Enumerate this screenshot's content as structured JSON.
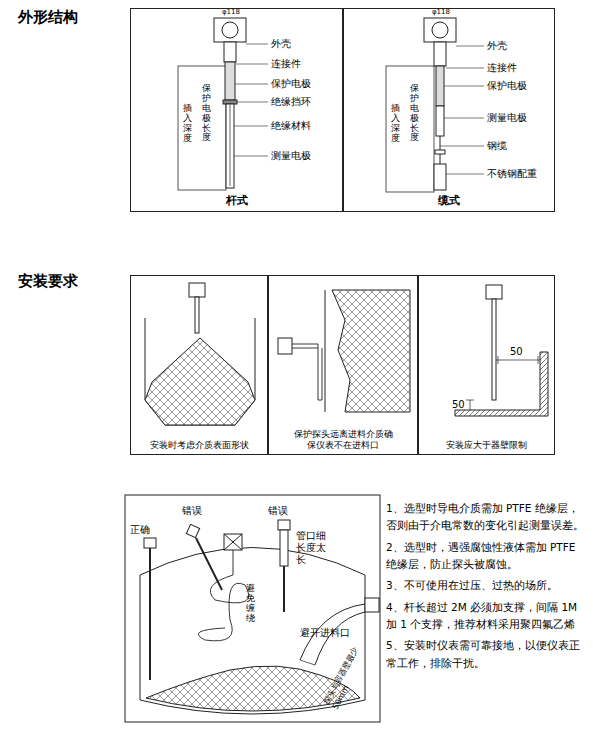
{
  "diagram": {
    "nodes": [
      {
        "text": [
          "杆式"
        ]
      },
      {
        "text": [
          "缆式"
        ]
      },
      {
        "text": [
          "安装时考虑介质表面形状"
        ]
      },
      {
        "text": [
          "保护探头远离进料介质确保仪表不在进料口"
        ]
      },
      {
        "text": [
          "安装应大于器壁限制"
        ]
      }
    ],
    "labels": [
      "外形结构",
      "φ118",
      "外壳",
      "连接件",
      "保护电极",
      "绝缘挡环",
      "绝缘材料",
      "测量电极",
      "插入深度",
      "保护电极长度",
      "φ118",
      "外壳",
      "连接件",
      "保护电极",
      "测量电极",
      "钢缆",
      "不锈钢配重",
      "插入深度",
      "保护电极长度",
      "安装要求",
      "50",
      "50",
      "正确",
      "错误",
      "错误",
      "管口细长度太长",
      "避免缠绕",
      "避开进料口",
      "探头与容器壁最少50mm",
      "1、选型时导电介质需加 PTFE 绝缘层，否则由于介电常数的变化引起测量误差。",
      "2、选型时，遇强腐蚀性液体需加 PTFE 绝缘层，防止探头被腐蚀。",
      "3、不可使用在过压、过热的场所。",
      "4、杆长超过 2M 必须加支撑，间隔 1M 加 1 个支撑，推荐材料采用聚四氟乙烯",
      "5、安装时仪表需可靠接地，以便仪表正常工作，排除干扰。"
    ]
  }
}
